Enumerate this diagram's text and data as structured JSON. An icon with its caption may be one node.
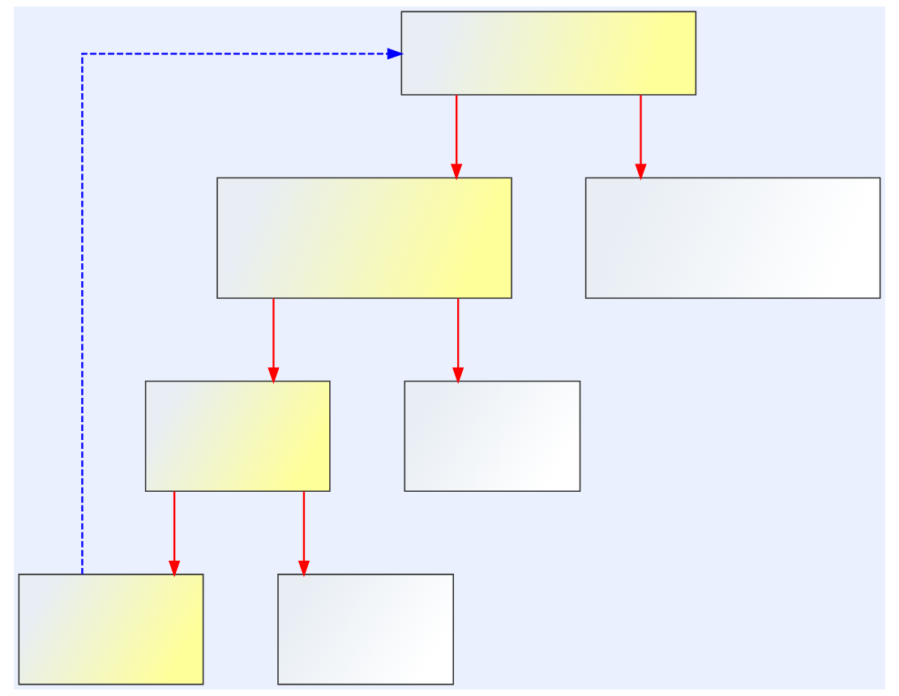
{
  "diagram": {
    "nodes": [
      {
        "text": [],
        "shape": "box"
      },
      {
        "text": [],
        "shape": "box"
      },
      {
        "text": [],
        "shape": "box"
      },
      {
        "text": [],
        "shape": "box"
      },
      {
        "text": [],
        "shape": "box"
      },
      {
        "text": [],
        "shape": "box"
      },
      {
        "text": [],
        "shape": "box"
      }
    ],
    "edges": [
      {
        "from": 0,
        "to": 1,
        "arrow": "to"
      },
      {
        "from": 0,
        "to": 2,
        "arrow": "to"
      },
      {
        "from": 1,
        "to": 3,
        "arrow": "to"
      },
      {
        "from": 1,
        "to": 4,
        "arrow": "to"
      },
      {
        "from": 3,
        "to": 5,
        "arrow": "to"
      },
      {
        "from": 3,
        "to": 6,
        "arrow": "to"
      },
      {
        "from": 5,
        "to": 0,
        "arrow": "to",
        "style": "dashed",
        "color": "#0000ff"
      }
    ]
  }
}
